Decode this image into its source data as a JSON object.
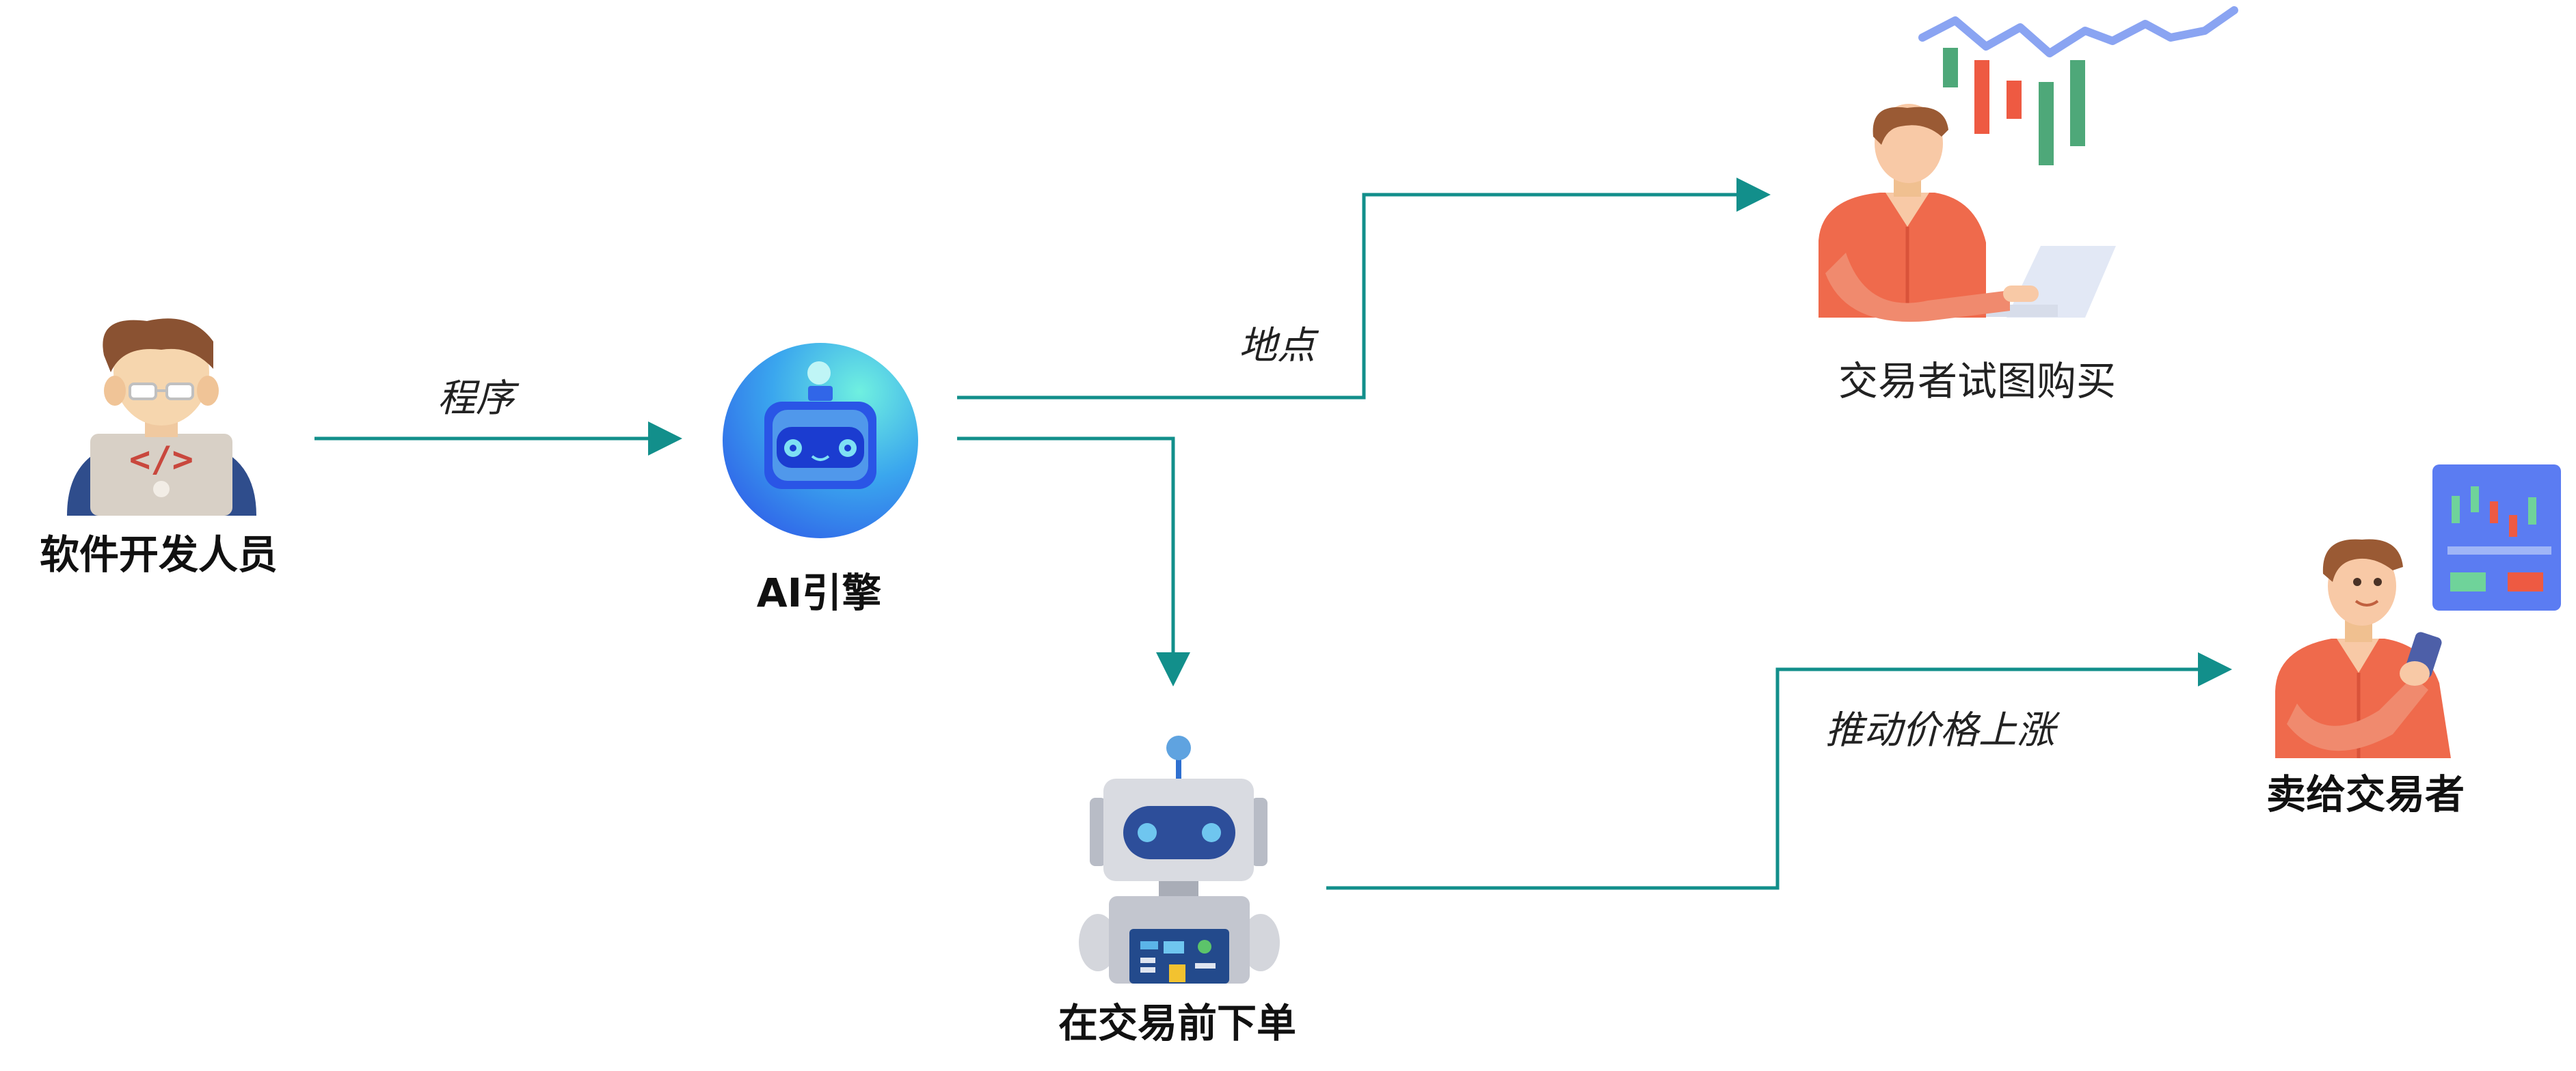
{
  "nodes": {
    "developer": {
      "label": "软件开发人员"
    },
    "ai_engine": {
      "label": "AI引擎"
    },
    "order_robot": {
      "label": "在交易前下单"
    },
    "trader_buy": {
      "label": "交易者试图购买"
    },
    "sell_trader": {
      "label": "卖给交易者"
    }
  },
  "edges": {
    "program": {
      "label": "程序"
    },
    "location": {
      "label": "地点"
    },
    "push_price": {
      "label": "推动价格上涨"
    }
  },
  "colors": {
    "arrow": "#128f8b",
    "shirt": "#ef6a4c",
    "chart_green": "#4ea879",
    "chart_red": "#ee5a42",
    "chart_line": "#8aa4f2",
    "panel_blue": "#5b7cf2"
  }
}
